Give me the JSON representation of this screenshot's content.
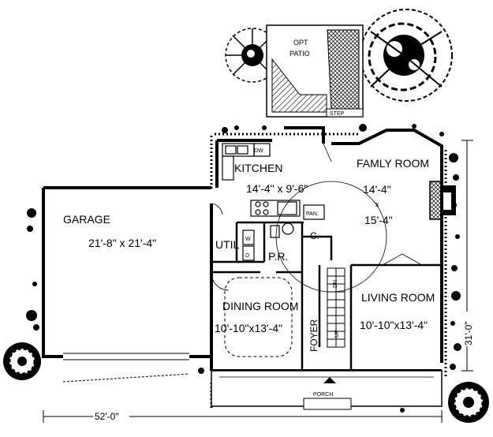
{
  "patio": {
    "line1": "OPT",
    "line2": "PATIO",
    "step": "STEP"
  },
  "kitchen": {
    "name": "KITCHEN",
    "dims": "14'-4\" x 9'-6\"",
    "dw": "DW",
    "pan": "PAN."
  },
  "family_room": {
    "name": "FAMLY ROOM",
    "dim1": "14'-4\"",
    "x": "x",
    "dim2": "15'-4\""
  },
  "garage": {
    "name": "GARAGE",
    "dims": "21'-8\" x 21'-4\""
  },
  "utility": {
    "name": "UTIL",
    "w": "W",
    "d": "D"
  },
  "powder_room": {
    "name": "P.R."
  },
  "closet": {
    "name": "C."
  },
  "dining_room": {
    "name": "DINING ROOM",
    "dims": "10'-10\"x13'-4\""
  },
  "living_room": {
    "name": "LIVING ROOM",
    "dims": "10'-10\"x13'-4\""
  },
  "foyer": {
    "name": "FOYER"
  },
  "stairs": {
    "dn": "DN",
    "up": "UP"
  },
  "porch": {
    "name": "PORCH"
  },
  "dimensions": {
    "width": "52'-0\"",
    "depth": "31'-0\""
  }
}
